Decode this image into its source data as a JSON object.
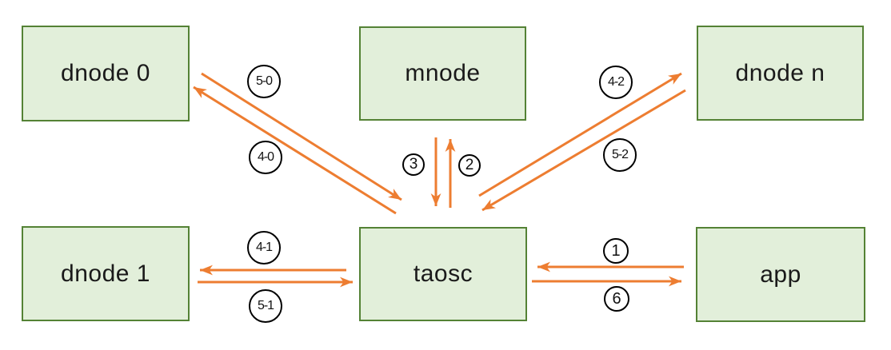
{
  "diagram": {
    "nodes": [
      {
        "id": "dnode-0",
        "label": "dnode 0"
      },
      {
        "id": "mnode",
        "label": "mnode"
      },
      {
        "id": "dnode-n",
        "label": "dnode n"
      },
      {
        "id": "dnode-1",
        "label": "dnode 1"
      },
      {
        "id": "taosc",
        "label": "taosc"
      },
      {
        "id": "app",
        "label": "app"
      }
    ],
    "edges": [
      {
        "label": "1",
        "from": "app",
        "to": "taosc"
      },
      {
        "label": "2",
        "from": "taosc",
        "to": "mnode"
      },
      {
        "label": "3",
        "from": "mnode",
        "to": "taosc"
      },
      {
        "label": "4-0",
        "from": "taosc",
        "to": "dnode-0"
      },
      {
        "label": "5-0",
        "from": "dnode-0",
        "to": "taosc"
      },
      {
        "label": "4-1",
        "from": "taosc",
        "to": "dnode-1"
      },
      {
        "label": "5-1",
        "from": "dnode-1",
        "to": "taosc"
      },
      {
        "label": "4-2",
        "from": "taosc",
        "to": "dnode-n"
      },
      {
        "label": "5-2",
        "from": "dnode-n",
        "to": "taosc"
      },
      {
        "label": "6",
        "from": "taosc",
        "to": "app"
      }
    ],
    "colors": {
      "node_fill": "#e2efda",
      "node_border": "#548235",
      "arrow": "#ed7d31",
      "label_circle_border": "#000000",
      "text": "#1a1a1a",
      "background": "#ffffff"
    }
  }
}
